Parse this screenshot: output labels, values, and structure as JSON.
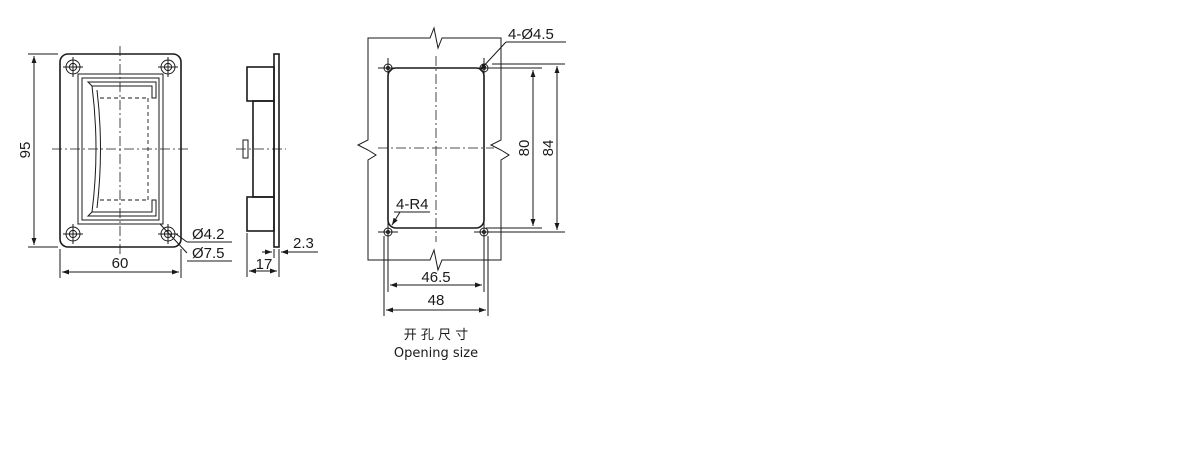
{
  "front_view": {
    "height_dim": "95",
    "width_dim": "60",
    "hole_small": "Ø4.2",
    "hole_large": "Ø7.5"
  },
  "side_view": {
    "depth_dim": "17",
    "plate_dim": "2.3"
  },
  "cutout_view": {
    "holes_label": "4-Ø4.5",
    "radius_label": "4-R4",
    "inner_height_dim": "80",
    "outer_height_dim": "84",
    "inner_width_dim": "46.5",
    "outer_width_dim": "48"
  },
  "caption": {
    "chinese": "开 孔 尺 寸",
    "english": "Opening size"
  }
}
